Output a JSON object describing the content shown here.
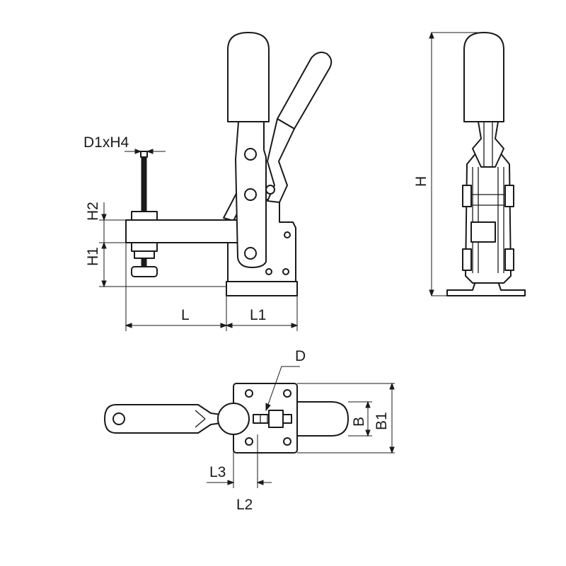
{
  "colors": {
    "line": "#1a1a1a",
    "background": "#ffffff"
  },
  "labels": {
    "d1xh4": "D1xH4",
    "h2": "H2",
    "h1": "H1",
    "l": "L",
    "l1": "L1",
    "h": "H",
    "d": "D",
    "b": "B",
    "b1": "B1",
    "l3": "L3",
    "l2": "L2"
  }
}
